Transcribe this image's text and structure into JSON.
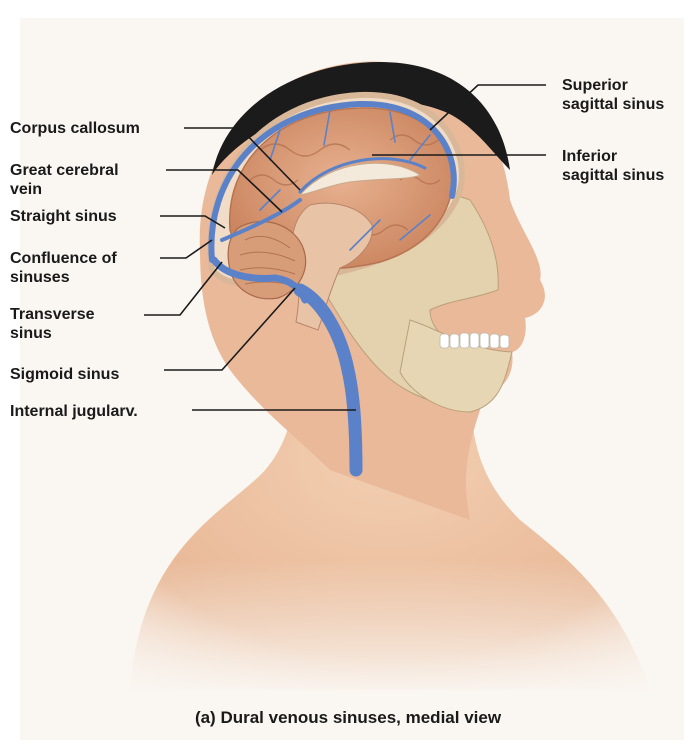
{
  "labels": {
    "corpus_callosum": "Corpus callosum",
    "great_cerebral_vein": "Great cerebral\nvein",
    "straight_sinus": "Straight sinus",
    "confluence_of_sinuses": "Confluence of\nsinuses",
    "transverse_sinus": "Transverse\nsinus",
    "sigmoid_sinus": "Sigmoid sinus",
    "internal_jugular": "Internal jugularv.",
    "superior_sagittal_sinus": "Superior\nsagittal sinus",
    "inferior_sagittal_sinus": "Inferior\nsagittal sinus"
  },
  "caption": "(a)  Dural venous sinuses, medial view",
  "colors": {
    "vein": "#5b82c9",
    "skin": "#ecc0a2",
    "hair": "#1b1b1b",
    "brain": "#d39672",
    "bone": "#e3d2ad"
  }
}
